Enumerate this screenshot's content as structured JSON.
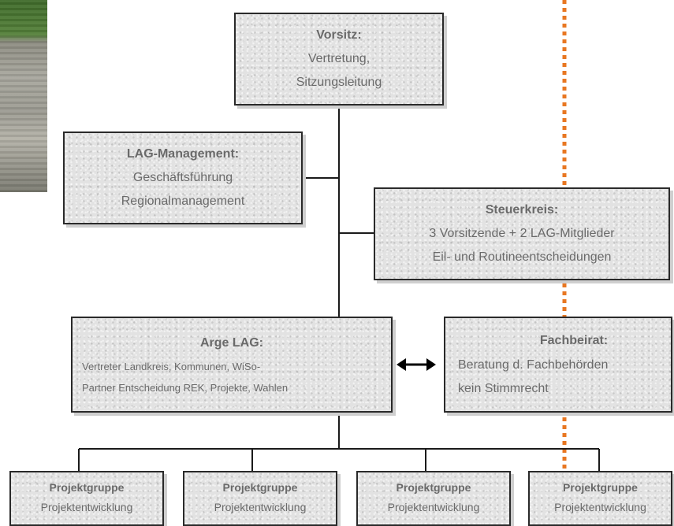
{
  "boxes": {
    "vorsitz": {
      "title": "Vorsitz:",
      "lines": [
        "Vertretung,",
        "Sitzungsleitung"
      ]
    },
    "lag_management": {
      "title": "LAG-Management:",
      "lines": [
        "Geschäftsführung",
        "Regionalmanagement"
      ]
    },
    "steuerkreis": {
      "title": "Steuerkreis:",
      "lines": [
        "3 Vorsitzende + 2 LAG-Mitglieder",
        "Eil- und Routineentscheidungen"
      ]
    },
    "arge_lag": {
      "title": "Arge LAG:",
      "lines": [
        "Vertreter Landkreis, Kommunen, WiSo-",
        "Partner Entscheidung REK, Projekte, Wahlen"
      ]
    },
    "fachbeirat": {
      "title": "Fachbeirat:",
      "lines": [
        "Beratung d. Fachbehörden",
        "kein Stimmrecht"
      ]
    },
    "projektgruppen": [
      {
        "title": "Projektgruppe",
        "line": "Projektentwicklung"
      },
      {
        "title": "Projektgruppe",
        "line": "Projektentwicklung"
      },
      {
        "title": "Projektgruppe",
        "line": "Projektentwicklung"
      },
      {
        "title": "Projektgruppe",
        "line": "Projektentwicklung"
      }
    ]
  },
  "colors": {
    "box_border": "#2a2a2a",
    "box_fill": "#e2e2e2",
    "text": "#6a6a6a",
    "connector": "#1a1a1a",
    "dotted_divider": "#e87722"
  },
  "icons": {
    "arge_fachbeirat_link": "double-arrow-icon"
  }
}
